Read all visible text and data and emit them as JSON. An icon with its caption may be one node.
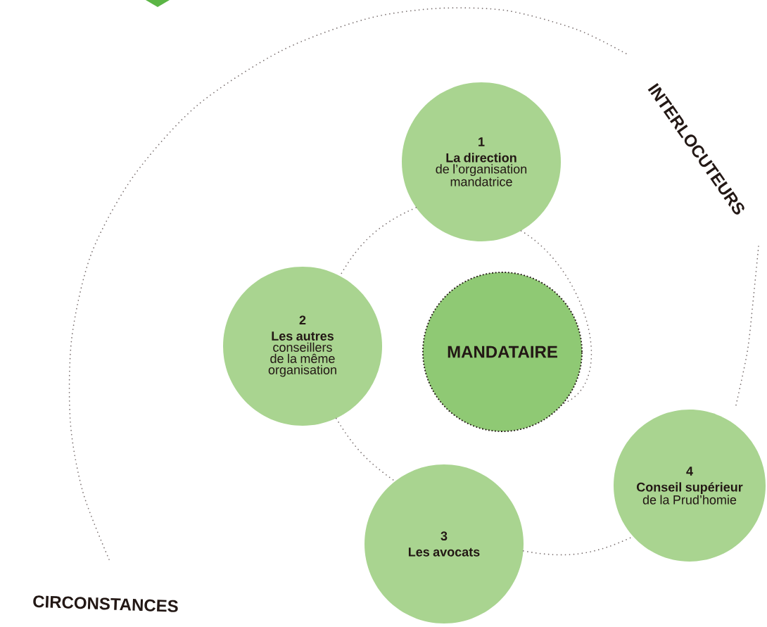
{
  "diagram": {
    "nodes": [
      {
        "text": [
          "1",
          "La direction",
          "de l’organisation mandatrice"
        ]
      },
      {
        "text": [
          "2",
          "Les autres",
          "conseillers de la même organisation"
        ]
      },
      {
        "text": [
          "MANDATAIRE"
        ]
      },
      {
        "text": [
          "4",
          "Conseil supérieur",
          "de la Prud’homie"
        ]
      },
      {
        "text": [
          "3",
          "Les avocats"
        ]
      }
    ],
    "edges": [
      {
        "from": 0,
        "to": 1,
        "arrow": "none"
      },
      {
        "from": 0,
        "to": 2,
        "arrow": "none"
      },
      {
        "from": 1,
        "to": 4,
        "arrow": "none"
      },
      {
        "from": 4,
        "to": 3,
        "arrow": "none"
      }
    ],
    "labels": [
      "INTERLOCUTEURS",
      "CIRCONSTANCES"
    ]
  }
}
